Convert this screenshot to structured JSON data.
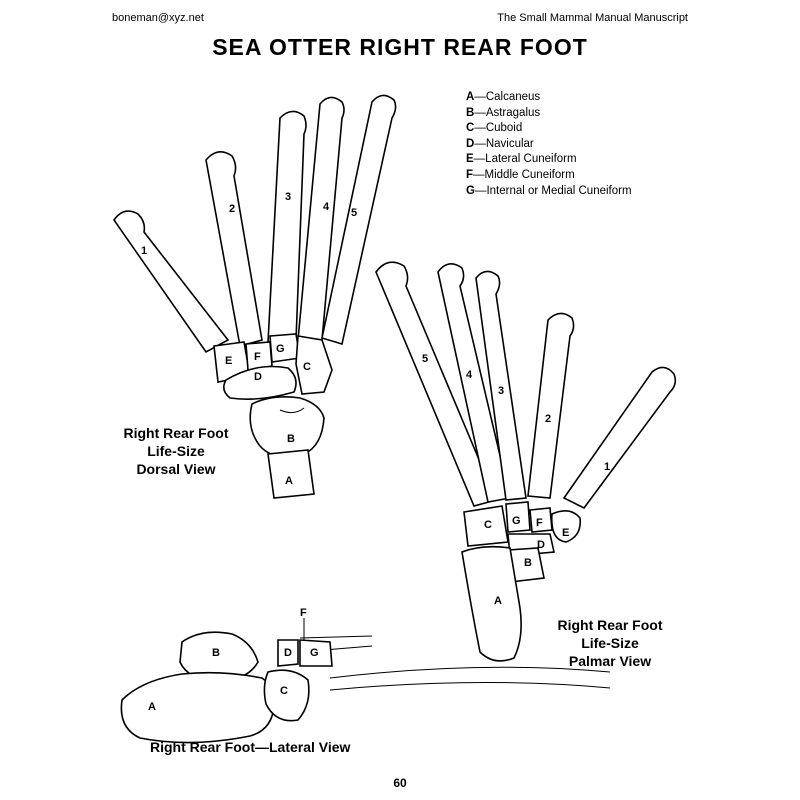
{
  "header": {
    "left": "boneman@xyz.net",
    "right": "The Small Mammal Manual Manuscript"
  },
  "title": "SEA OTTER RIGHT REAR FOOT",
  "legend": [
    {
      "key": "A",
      "text": "—Calcaneus"
    },
    {
      "key": "B",
      "text": "—Astragalus"
    },
    {
      "key": "C",
      "text": "—Cuboid"
    },
    {
      "key": "D",
      "text": "—Navicular"
    },
    {
      "key": "E",
      "text": "—Lateral Cuneiform"
    },
    {
      "key": "F",
      "text": "—Middle Cuneiform"
    },
    {
      "key": "G",
      "text": "—Internal or Medial Cuneiform"
    }
  ],
  "dorsal": {
    "caption": [
      "Right Rear Foot",
      "Life-Size",
      "Dorsal View"
    ],
    "digits": [
      "1",
      "2",
      "3",
      "4",
      "5"
    ],
    "bones": [
      "E",
      "F",
      "G",
      "D",
      "C",
      "B",
      "A"
    ]
  },
  "palmar": {
    "caption": [
      "Right Rear Foot",
      "Life-Size",
      "Palmar View"
    ],
    "digits": [
      "5",
      "4",
      "3",
      "2",
      "1"
    ],
    "bones": [
      "C",
      "G",
      "F",
      "E",
      "D",
      "B",
      "A"
    ]
  },
  "lateral": {
    "caption": "Right Rear Foot—Lateral View",
    "bones": [
      "F",
      "B",
      "D",
      "G",
      "A",
      "C"
    ]
  },
  "page_number": "60"
}
